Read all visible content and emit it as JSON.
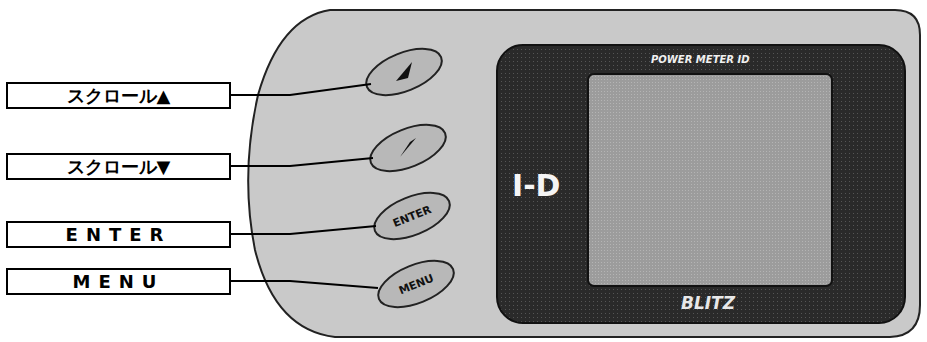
{
  "diagram": {
    "nodes": [
      {
        "text": [
          "スクロール▲"
        ]
      },
      {
        "text": [
          "スクロール▼"
        ]
      },
      {
        "text": [
          "ENTER"
        ]
      },
      {
        "text": [
          "MENU"
        ]
      }
    ],
    "labels": [
      "ENTER",
      "MENU",
      "POWER METER ID",
      "I-D",
      "BLITZ"
    ]
  }
}
